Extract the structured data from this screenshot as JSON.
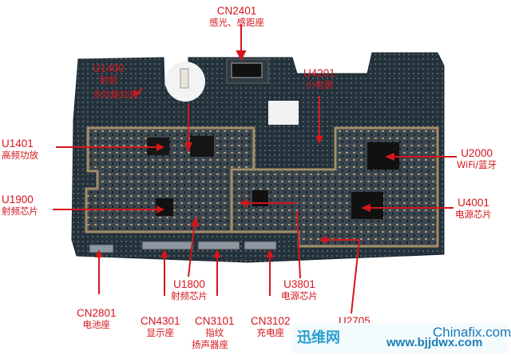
{
  "labels": [
    {
      "code": "CN2401",
      "desc": "感光、感距座"
    },
    {
      "code": "U1400",
      "desc": "射频"
    },
    {
      "code": "",
      "desc": "多功能功放"
    },
    {
      "code": "U4201",
      "desc": "小电源"
    },
    {
      "code": "U1401",
      "desc": "高频功放"
    },
    {
      "code": "U2000",
      "desc": "WiFi/蓝牙"
    },
    {
      "code": "U1900",
      "desc": "射频芯片"
    },
    {
      "code": "U4001",
      "desc": "电源芯片"
    },
    {
      "code": "U1800",
      "desc": "射频芯片"
    },
    {
      "code": "U3801",
      "desc": "电源芯片"
    },
    {
      "code": "CN2801",
      "desc": "电池座"
    },
    {
      "code": "CN4301",
      "desc": "显示座"
    },
    {
      "code": "CN3101",
      "desc": "指纹"
    },
    {
      "code": "",
      "desc": "扬声器座"
    },
    {
      "code": "CN3102",
      "desc": "充电座"
    },
    {
      "code": "U2705",
      "desc": ""
    }
  ],
  "watermark": {
    "logo": "迅维网",
    "url": "www.bjjdwx.com",
    "brand": "Chinafix.com"
  },
  "colors": {
    "label": "#d4161c",
    "board": "#23313b"
  }
}
